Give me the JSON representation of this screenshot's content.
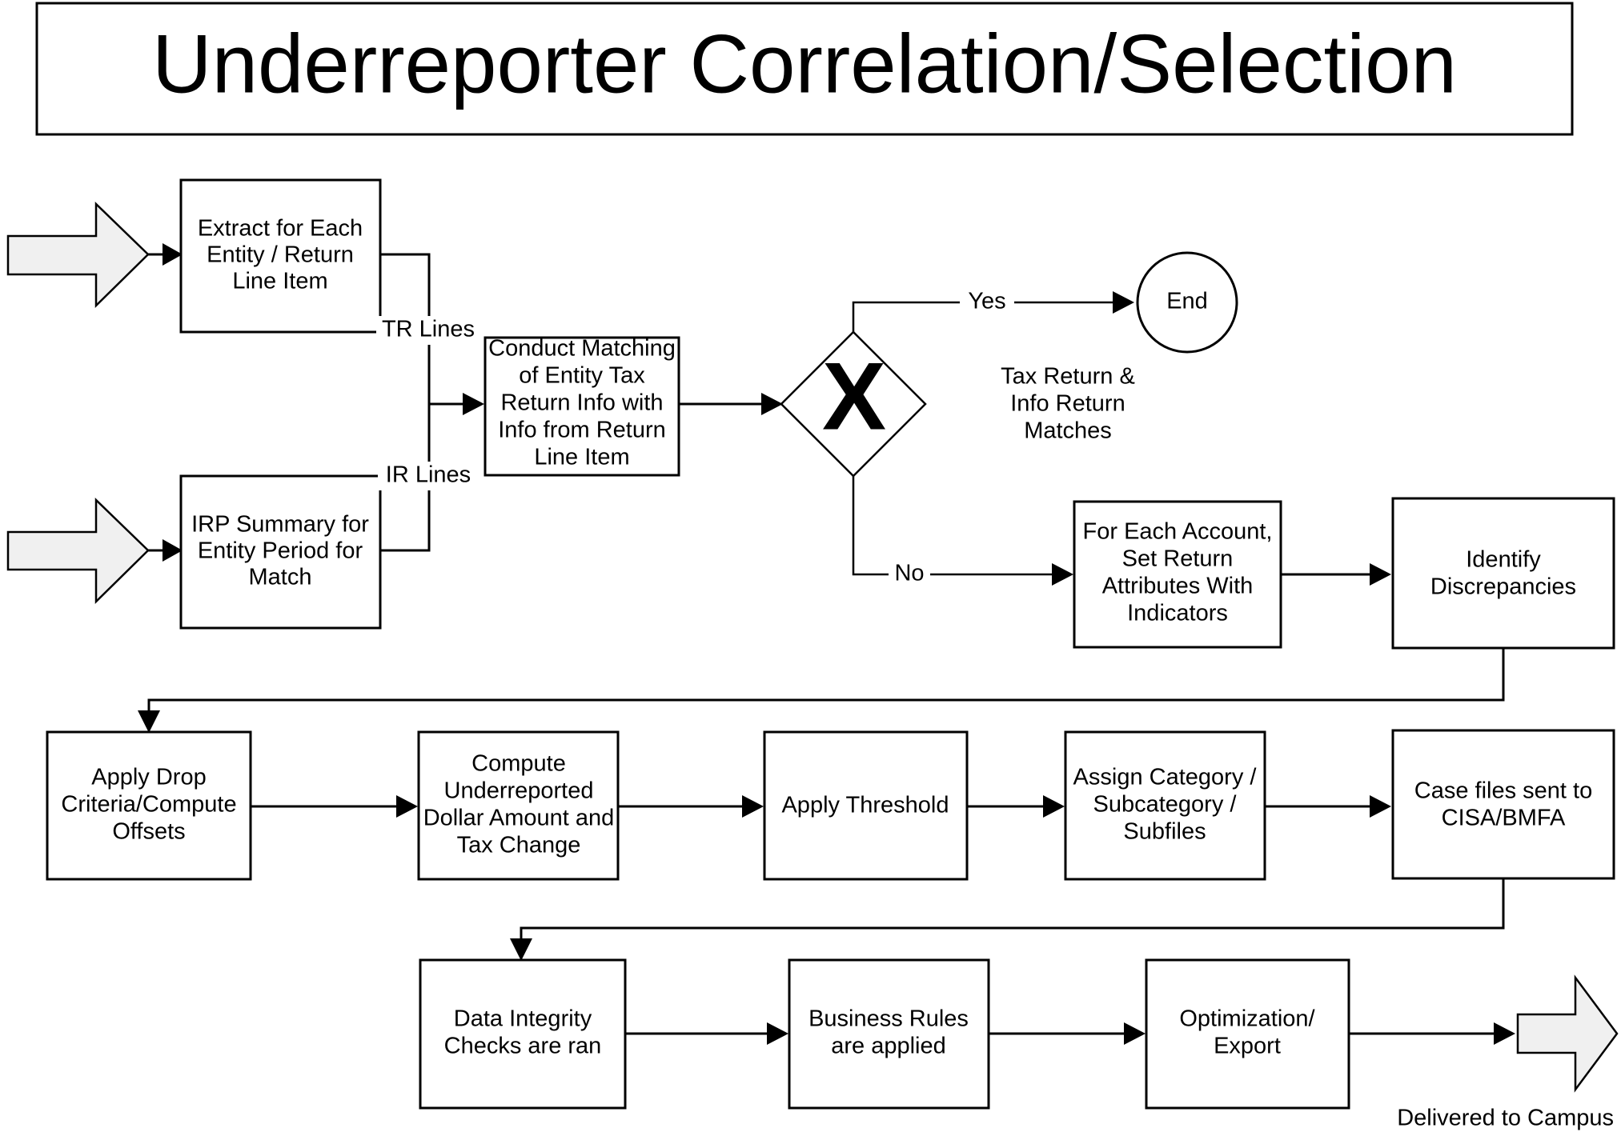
{
  "title": {
    "text": "Underreporter Correlation/Selection"
  },
  "nodes": {
    "extract": {
      "label": [
        "Extract for Each",
        "Entity / Return",
        "Line Item"
      ]
    },
    "irp_summary": {
      "label": [
        "IRP Summary for",
        "Entity Period for",
        "Match"
      ]
    },
    "conduct_matching": {
      "label": [
        "Conduct Matching",
        "of Entity Tax",
        "Return Info with",
        "Info from Return",
        "Line Item"
      ]
    },
    "decision": {
      "mark": "X"
    },
    "end": {
      "label": [
        "End"
      ]
    },
    "set_return_attributes": {
      "label": [
        "For Each Account,",
        "Set Return",
        "Attributes With",
        "Indicators"
      ]
    },
    "identify_discrepancies": {
      "label": [
        "Identify",
        "Discrepancies"
      ]
    },
    "apply_drop_criteria": {
      "label": [
        "Apply Drop",
        "Criteria/Compute",
        "Offsets"
      ]
    },
    "compute_underreported": {
      "label": [
        "Compute",
        "Underreported",
        "Dollar Amount and",
        "Tax Change"
      ]
    },
    "apply_threshold": {
      "label": [
        "Apply Threshold"
      ]
    },
    "assign_category": {
      "label": [
        "Assign Category /",
        "Subcategory /",
        "Subfiles"
      ]
    },
    "case_files": {
      "label": [
        "Case files sent to",
        "CISA/BMFA"
      ]
    },
    "data_integrity": {
      "label": [
        "Data Integrity",
        "Checks are ran"
      ]
    },
    "business_rules": {
      "label": [
        "Business Rules",
        "are applied"
      ]
    },
    "optimization_export": {
      "label": [
        "Optimization/",
        "Export"
      ]
    }
  },
  "edge_labels": {
    "tr_lines": "TR Lines",
    "ir_lines": "IR Lines",
    "yes": "Yes",
    "no": "No"
  },
  "free_labels": {
    "match_note": [
      "Tax Return &",
      "Info Return",
      "Matches"
    ],
    "delivered": "Delivered to Campus"
  },
  "colors": {
    "stroke": "#000000",
    "node_fill": "#ffffff",
    "io_fill": "#f0f0f0",
    "background": "#ffffff"
  }
}
